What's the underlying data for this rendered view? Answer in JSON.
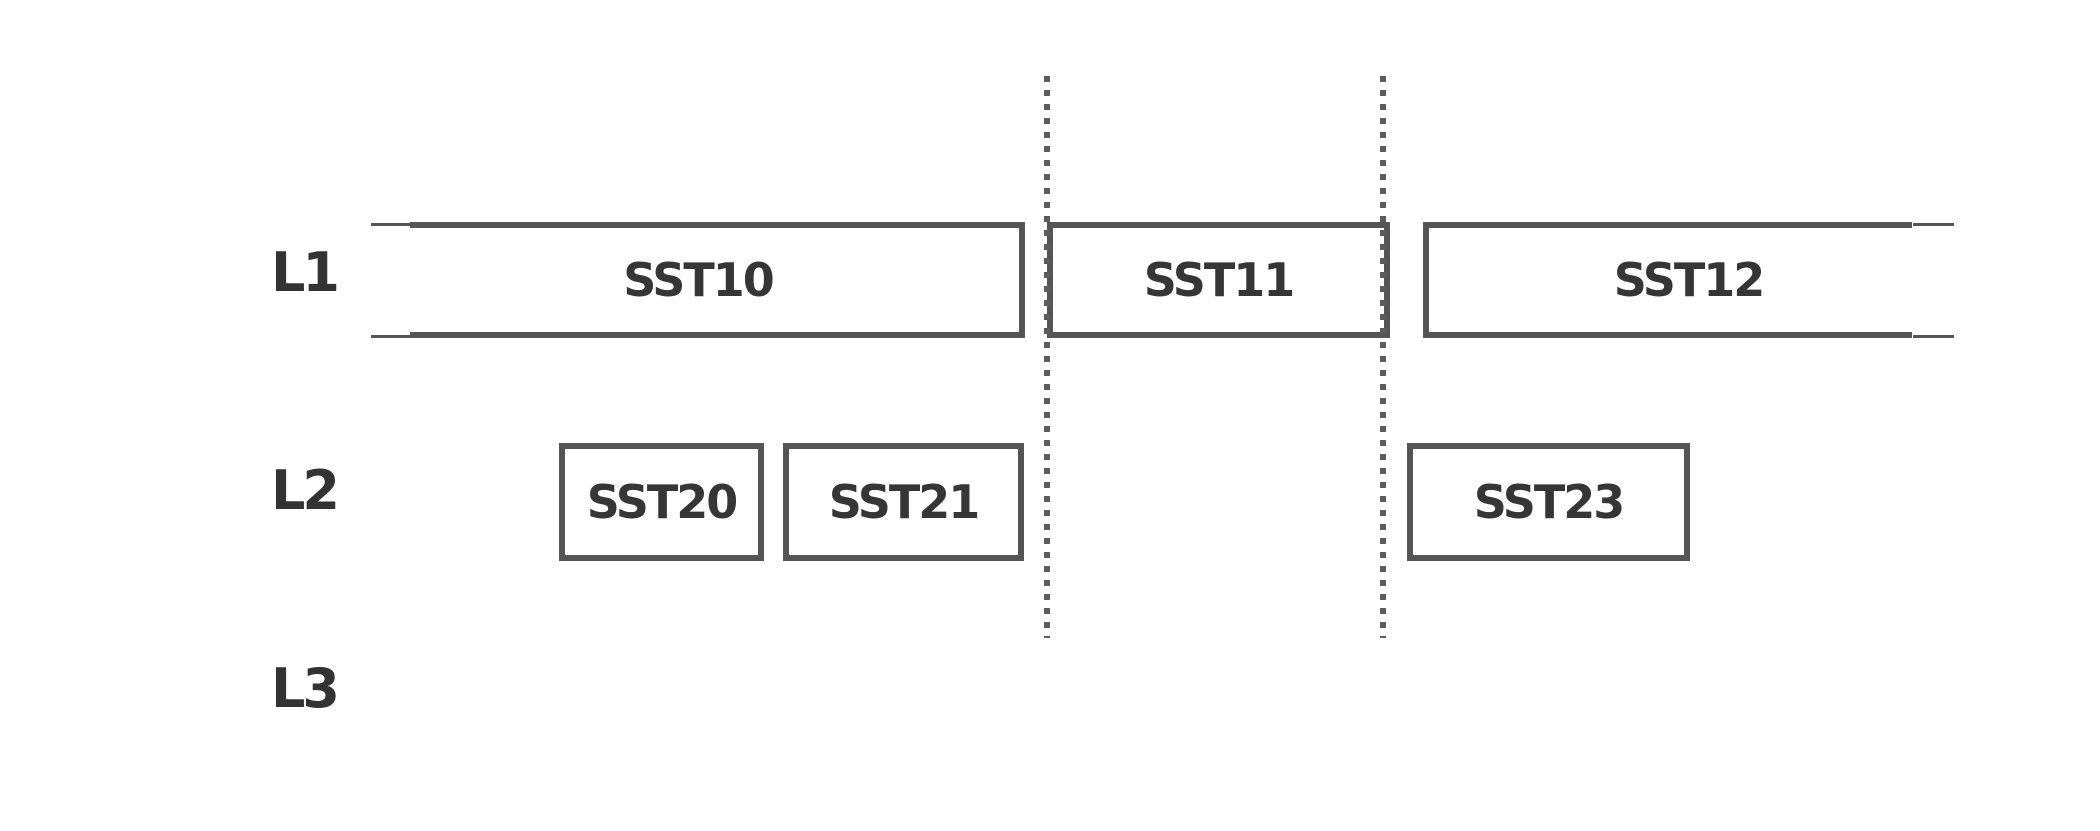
{
  "diagram": {
    "rows": [
      {
        "label": "L1",
        "segments": [
          {
            "label": "SST10",
            "open_left": true
          },
          {
            "label": "SST11"
          },
          {
            "label": "SST12",
            "open_right": true
          }
        ]
      },
      {
        "label": "L2",
        "segments": [
          {
            "label": "SST20"
          },
          {
            "label": "SST21"
          },
          {
            "label": "SST23"
          }
        ]
      },
      {
        "label": "L3",
        "segments": []
      }
    ],
    "dividers": {
      "count": 2,
      "style": "vertical-dotted"
    },
    "colors": {
      "background": "#ffffff",
      "box_border": "#555555",
      "box_text": "#363636",
      "row_label_text": "#333333",
      "dotted_line": "#5c5c5c",
      "continuation_line": "#555555"
    }
  }
}
